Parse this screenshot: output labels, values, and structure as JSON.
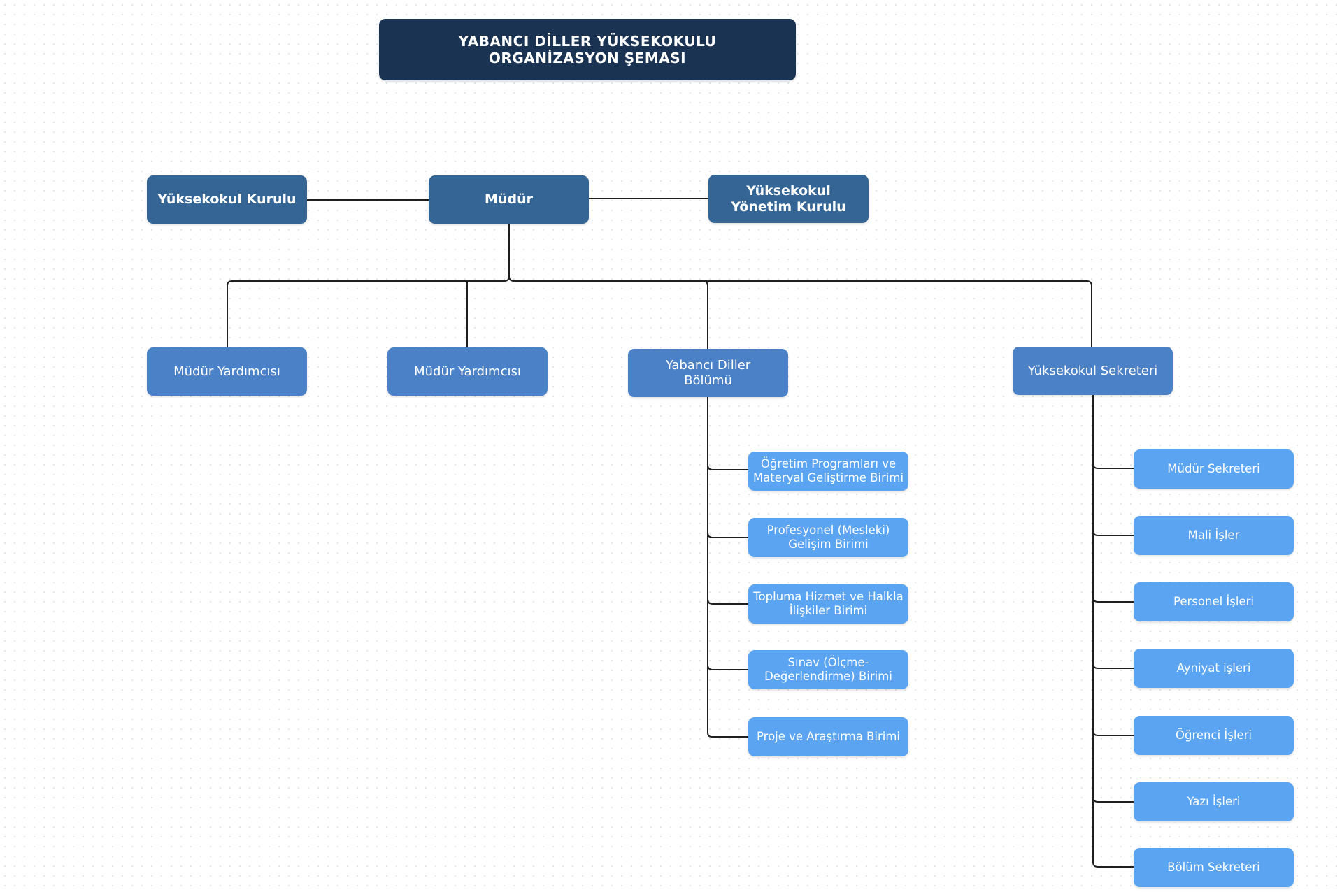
{
  "diagram": {
    "title": "YABANCI DİLLER YÜKSEKOKULU\nORGANİZASYON ŞEMASI",
    "colors": {
      "title_bg": "#1b3353",
      "level1_bg": "#346594",
      "level2_bg": "#4a81c7",
      "level3_bg": "#5aa4f2",
      "connector": "#1f1f1f"
    },
    "top_row": {
      "left": "Yüksekokul Kurulu",
      "center": "Müdür",
      "right": "Yüksekokul\nYönetim Kurulu"
    },
    "second_row": {
      "assistant_1": "Müdür Yardımcısı",
      "assistant_2": "Müdür Yardımcısı",
      "department": "Yabancı Diller\nBölümü",
      "secretary": "Yüksekokul Sekreteri"
    },
    "department_units": [
      "Öğretim Programları ve\nMateryal Geliştirme Birimi",
      "Profesyonel (Mesleki)\nGelişim Birimi",
      "Topluma Hizmet ve Halkla\nİlişkiler Birimi",
      "Sınav (Ölçme-\nDeğerlendirme) Birimi",
      "Proje ve Araştırma Birimi"
    ],
    "secretary_units": [
      "Müdür Sekreteri",
      "Mali İşler",
      "Personel İşleri",
      "Ayniyat işleri",
      "Öğrenci İşleri",
      "Yazı İşleri",
      "Bölüm Sekreteri"
    ]
  }
}
